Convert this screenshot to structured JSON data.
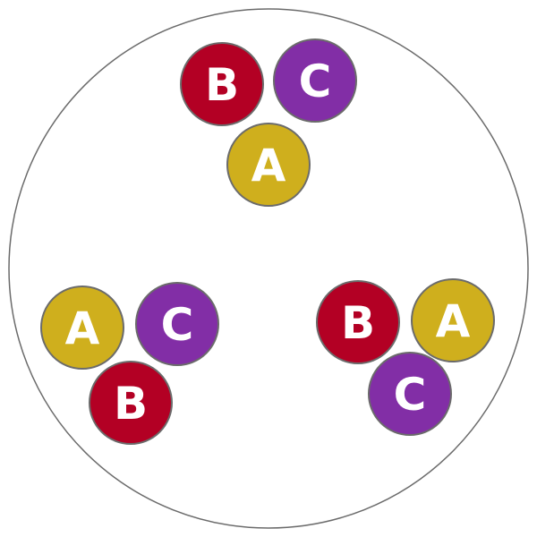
{
  "colors": {
    "A": "#CFAF1D",
    "B": "#B30024",
    "C": "#822EA6",
    "stroke": "#6b6b6b"
  },
  "groups": [
    {
      "name": "top",
      "items": [
        "B",
        "C",
        "A"
      ]
    },
    {
      "name": "bottom-left",
      "items": [
        "A",
        "C",
        "B"
      ]
    },
    {
      "name": "bottom-right",
      "items": [
        "B",
        "A",
        "C"
      ]
    }
  ]
}
